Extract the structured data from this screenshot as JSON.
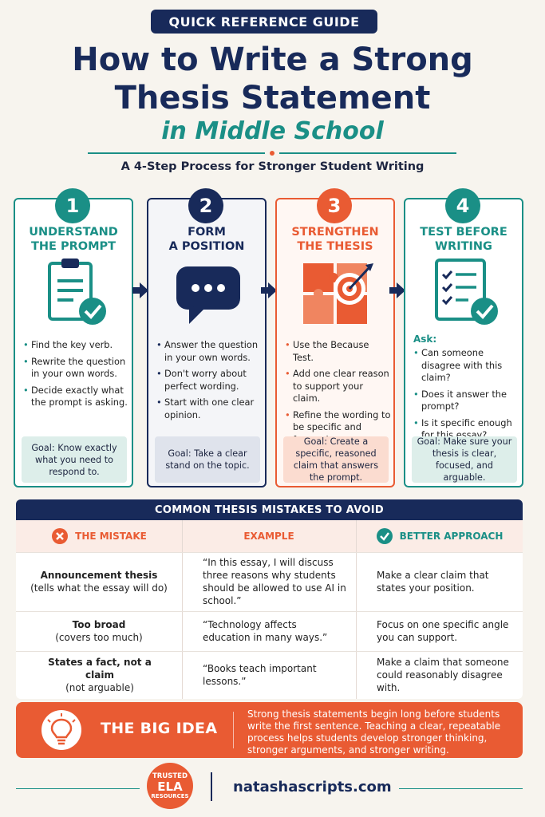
{
  "header": {
    "pill": "QUICK REFERENCE GUIDE",
    "title_line1": "How to Write a Strong",
    "title_line2": "Thesis Statement",
    "title_line3": "in Middle School",
    "subtitle": "A 4-Step Process for Stronger Student Writing"
  },
  "steps": [
    {
      "number": "1",
      "title_a": "UNDERSTAND",
      "title_b": "THE PROMPT",
      "icon": "clipboard-check-icon",
      "bullets": [
        "Find the key verb.",
        "Rewrite the question in your own words.",
        "Decide exactly what the prompt is asking."
      ],
      "goal": "Goal: Know exactly what you need to respond to."
    },
    {
      "number": "2",
      "title_a": "FORM",
      "title_b": "A POSITION",
      "icon": "speech-bubble-icon",
      "bullets": [
        "Answer the question in your own words.",
        "Don't worry about perfect wording.",
        "Start with one clear opinion."
      ],
      "goal": "Goal: Take a clear stand on the topic."
    },
    {
      "number": "3",
      "title_a": "STRENGTHEN",
      "title_b": "THE THESIS",
      "icon": "puzzle-target-icon",
      "bullets": [
        "Use the Because Test.",
        "Add one clear reason to support your claim.",
        "Refine the wording to be specific and focused."
      ],
      "goal": "Goal: Create a specific, reasoned claim that answers the prompt."
    },
    {
      "number": "4",
      "title_a": "TEST BEFORE",
      "title_b": "WRITING",
      "icon": "checklist-icon",
      "ask": "Ask:",
      "bullets": [
        "Can someone disagree with this claim?",
        "Does it answer the prompt?",
        "Is it specific enough for this essay?"
      ],
      "goal": "Goal: Make sure your thesis is clear, focused, and arguable."
    }
  ],
  "mistakes": {
    "heading": "COMMON THESIS MISTAKES TO AVOID",
    "col_mistake": "THE MISTAKE",
    "col_example": "EXAMPLE",
    "col_better": "BETTER APPROACH",
    "rows": [
      {
        "name": "Announcement thesis",
        "note": "(tells what the essay will do)",
        "example": "“In this essay, I will discuss three reasons why students should be allowed to use AI in school.”",
        "better": "Make a clear claim that states your position."
      },
      {
        "name": "Too broad",
        "note": "(covers too much)",
        "example": "“Technology affects education in many ways.”",
        "better": "Focus on one specific angle you can support."
      },
      {
        "name": "States a fact, not a claim",
        "note": "(not arguable)",
        "example": "“Books teach important lessons.”",
        "better": "Make a claim that someone could reasonably disagree with."
      }
    ]
  },
  "big_idea": {
    "title": "THE BIG IDEA",
    "text": "Strong thesis statements begin long before students write the first sentence. Teaching a clear, repeatable process helps students develop stronger thinking, stronger arguments, and stronger writing."
  },
  "footer": {
    "badge_top": "TRUSTED",
    "badge_mid": "ELA",
    "badge_bottom": "RESOURCES",
    "website": "natashascripts.com"
  },
  "colors": {
    "navy": "#182a5a",
    "teal": "#1a8f86",
    "orange": "#e95b33"
  }
}
